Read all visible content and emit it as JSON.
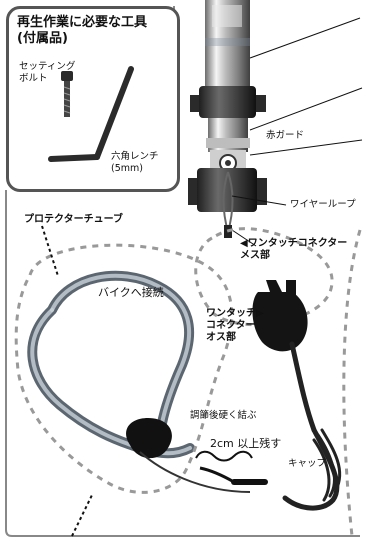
{
  "tools_box": {
    "title": "再生作業に必要な工具\n(付属品)",
    "items": [
      {
        "label": "セッティング\nボルト"
      },
      {
        "label": "六角レンチ\n(5mm)"
      }
    ]
  },
  "labels": {
    "red_guard": "赤ガード",
    "wire_loop": "ワイヤーループ",
    "connector_female": "◀ワンタッチコネクター\nメス部",
    "connector_male": "ワンタッチ▶\nコネクター\nオス部",
    "protector_tube": "プロテクターチューブ",
    "bike_connect": "バイクへ接続",
    "tie_after_adjust": "調節後硬く結ぶ",
    "leave_2cm": "2cm 以上残す",
    "cap": "キャップ"
  }
}
